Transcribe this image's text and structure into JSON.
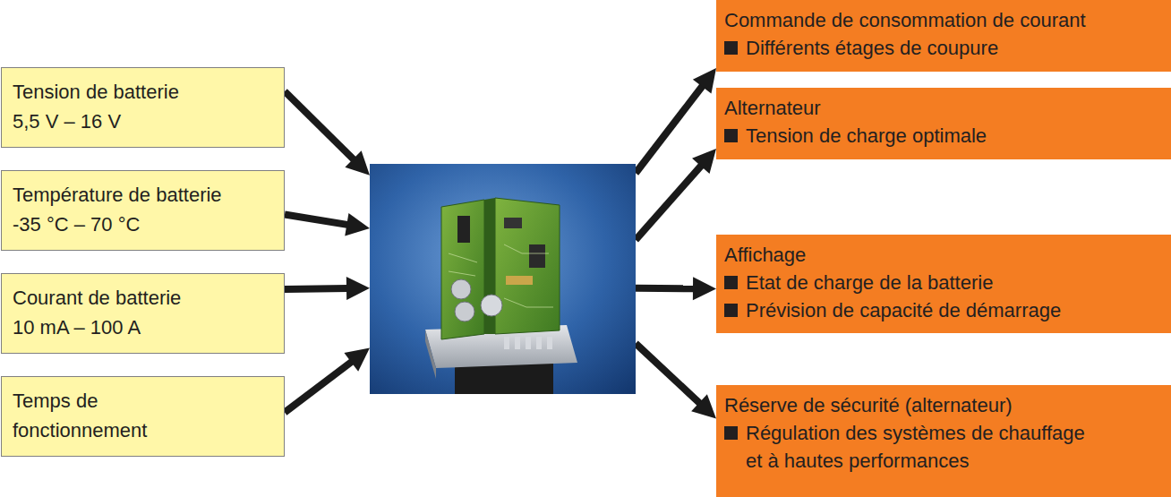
{
  "diagram": {
    "nodes": [
      {
        "text": [
          "Tension de batterie",
          "5,5 V – 16 V"
        ]
      },
      {
        "text": [
          "Température de batterie",
          "-35 °C – 70 °C"
        ]
      },
      {
        "text": [
          "Courant de batterie",
          "10 mA – 100 A"
        ]
      },
      {
        "text": [
          "Temps de fonctionnement"
        ]
      },
      {
        "text": []
      },
      {
        "text": [
          "Commande de consommation de courant",
          "Différents étages de coupure"
        ]
      },
      {
        "text": [
          "Alternateur",
          "Tension de charge optimale"
        ]
      },
      {
        "text": [
          "Affichage",
          "Etat de charge de la batterie",
          "Prévision de capacité de démarrage"
        ]
      },
      {
        "text": [
          "Réserve de sécurité (alternateur)",
          "Régulation des systèmes de chauffage et à hautes performances"
        ]
      }
    ],
    "edges": [
      {
        "from": 0,
        "to": 4,
        "arrow": "to"
      },
      {
        "from": 1,
        "to": 4,
        "arrow": "to"
      },
      {
        "from": 2,
        "to": 4,
        "arrow": "to"
      },
      {
        "from": 3,
        "to": 4,
        "arrow": "to"
      },
      {
        "from": 4,
        "to": 5,
        "arrow": "to"
      },
      {
        "from": 4,
        "to": 6,
        "arrow": "to"
      },
      {
        "from": 4,
        "to": 7,
        "arrow": "to"
      },
      {
        "from": 4,
        "to": 8,
        "arrow": "to"
      }
    ]
  }
}
